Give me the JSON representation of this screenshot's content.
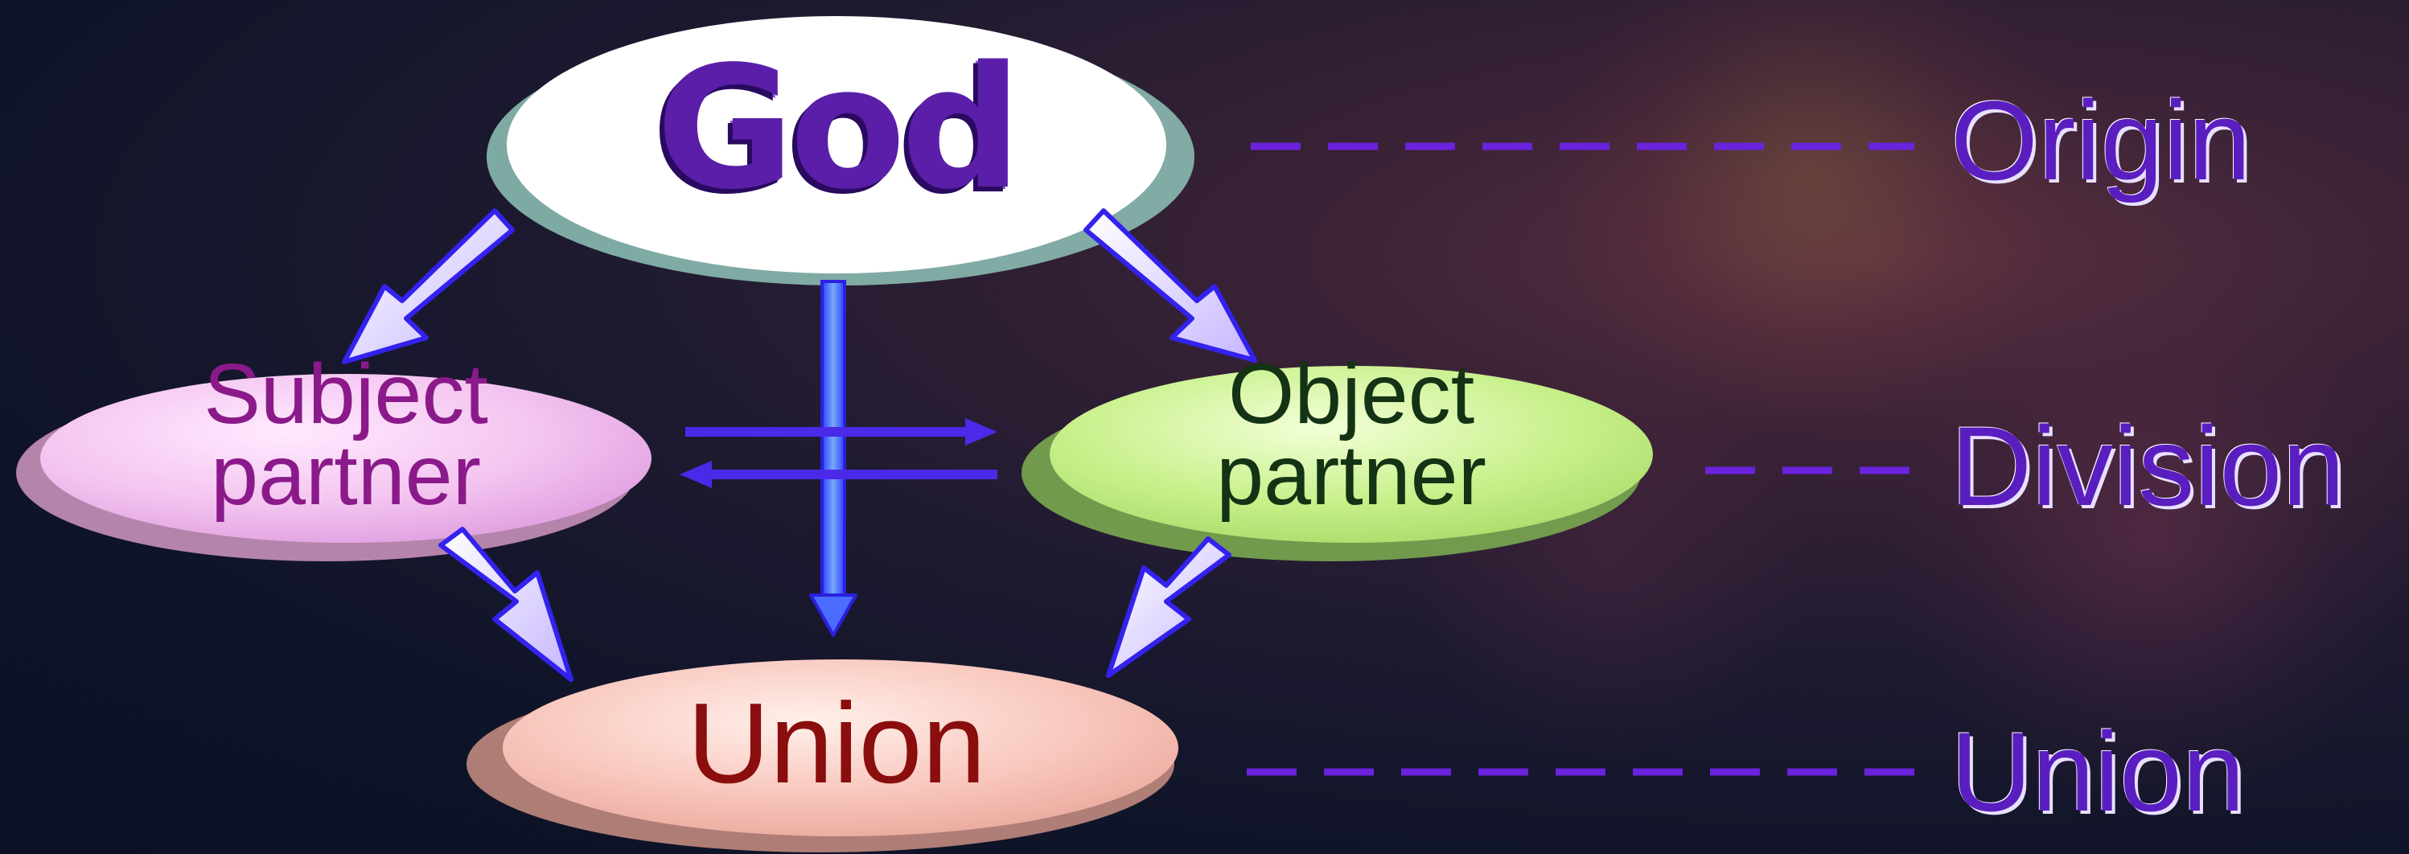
{
  "nodes": {
    "god": "God",
    "subject_line1": "Subject",
    "subject_line2": "partner",
    "object_line1": "Object",
    "object_line2": "partner",
    "union": "Union"
  },
  "levels": {
    "origin": "Origin",
    "division": "Division",
    "union": "Union"
  },
  "colors": {
    "arrow_blue": "#3322ee",
    "dash_purple": "#6a22dd",
    "god_text": "#5a1ea8",
    "subject_text": "#8a1a8a",
    "object_text": "#143214",
    "union_text": "#8a0e0e"
  }
}
